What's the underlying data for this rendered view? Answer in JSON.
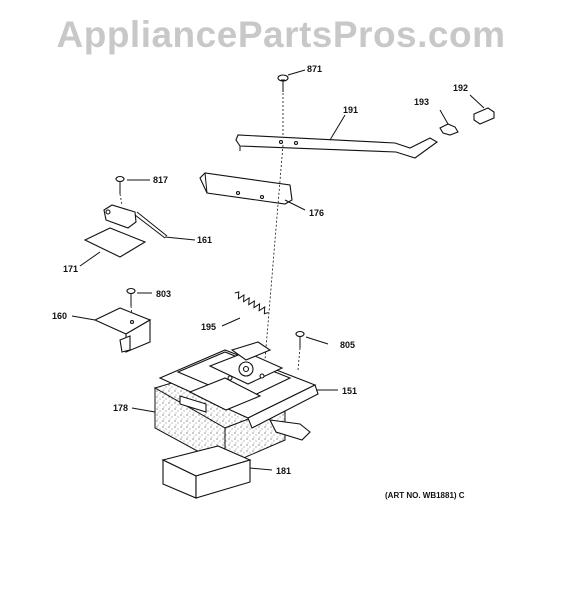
{
  "watermark": "AppliancePartsPros.com",
  "art_number": "(ART NO. WB1881) C",
  "labels": {
    "p871": "871",
    "p191": "191",
    "p193": "193",
    "p192": "192",
    "p176": "176",
    "p817": "817",
    "p161": "161",
    "p171": "171",
    "p803": "803",
    "p160": "160",
    "p195": "195",
    "p805": "805",
    "p151": "151",
    "p178": "178",
    "p181": "181"
  }
}
